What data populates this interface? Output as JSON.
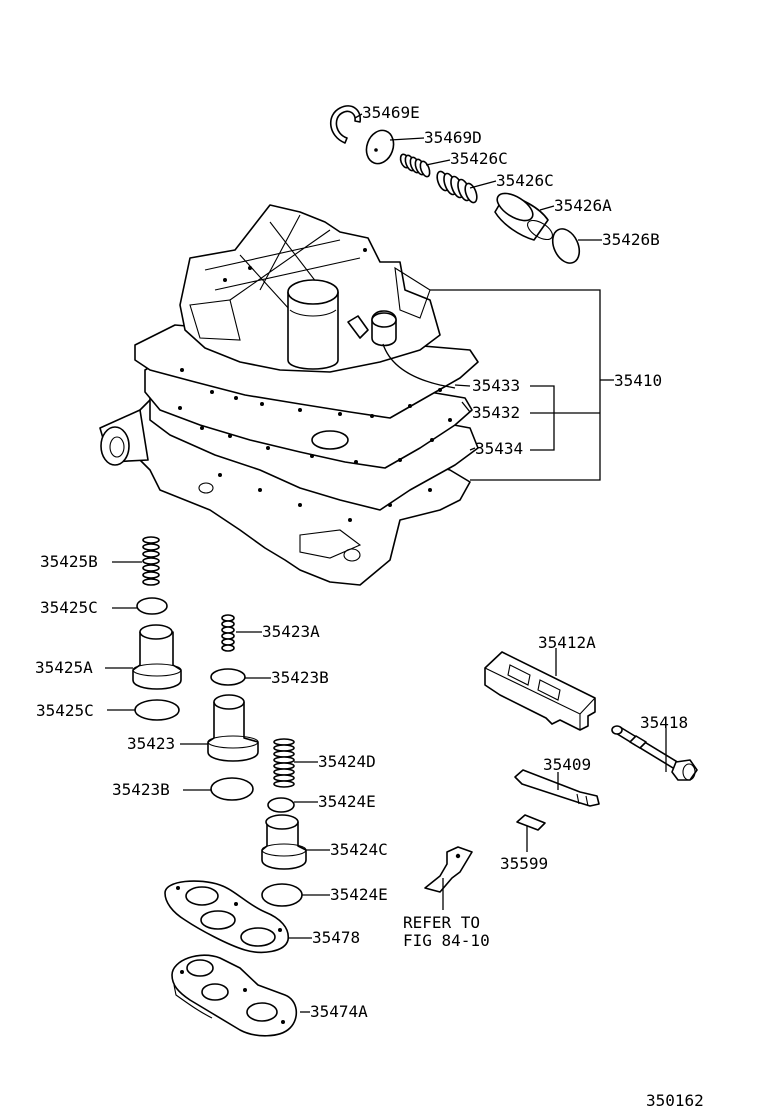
{
  "diagram_id": "350162",
  "note": {
    "line1": "REFER TO",
    "line2": "FIG 84-10"
  },
  "labels": {
    "p35469E": "35469E",
    "p35469D": "35469D",
    "p35426C_1": "35426C",
    "p35426C_2": "35426C",
    "p35426A": "35426A",
    "p35426B": "35426B",
    "p35410": "35410",
    "p35433": "35433",
    "p35432": "35432",
    "p35434": "35434",
    "p35425B": "35425B",
    "p35425C_1": "35425C",
    "p35425A": "35425A",
    "p35425C_2": "35425C",
    "p35423A": "35423A",
    "p35423B_1": "35423B",
    "p35423": "35423",
    "p35423B_2": "35423B",
    "p35424D": "35424D",
    "p35424E_1": "35424E",
    "p35424C": "35424C",
    "p35424E_2": "35424E",
    "p35478": "35478",
    "p35474A": "35474A",
    "p35412A": "35412A",
    "p35418": "35418",
    "p35409": "35409",
    "p35599": "35599"
  }
}
